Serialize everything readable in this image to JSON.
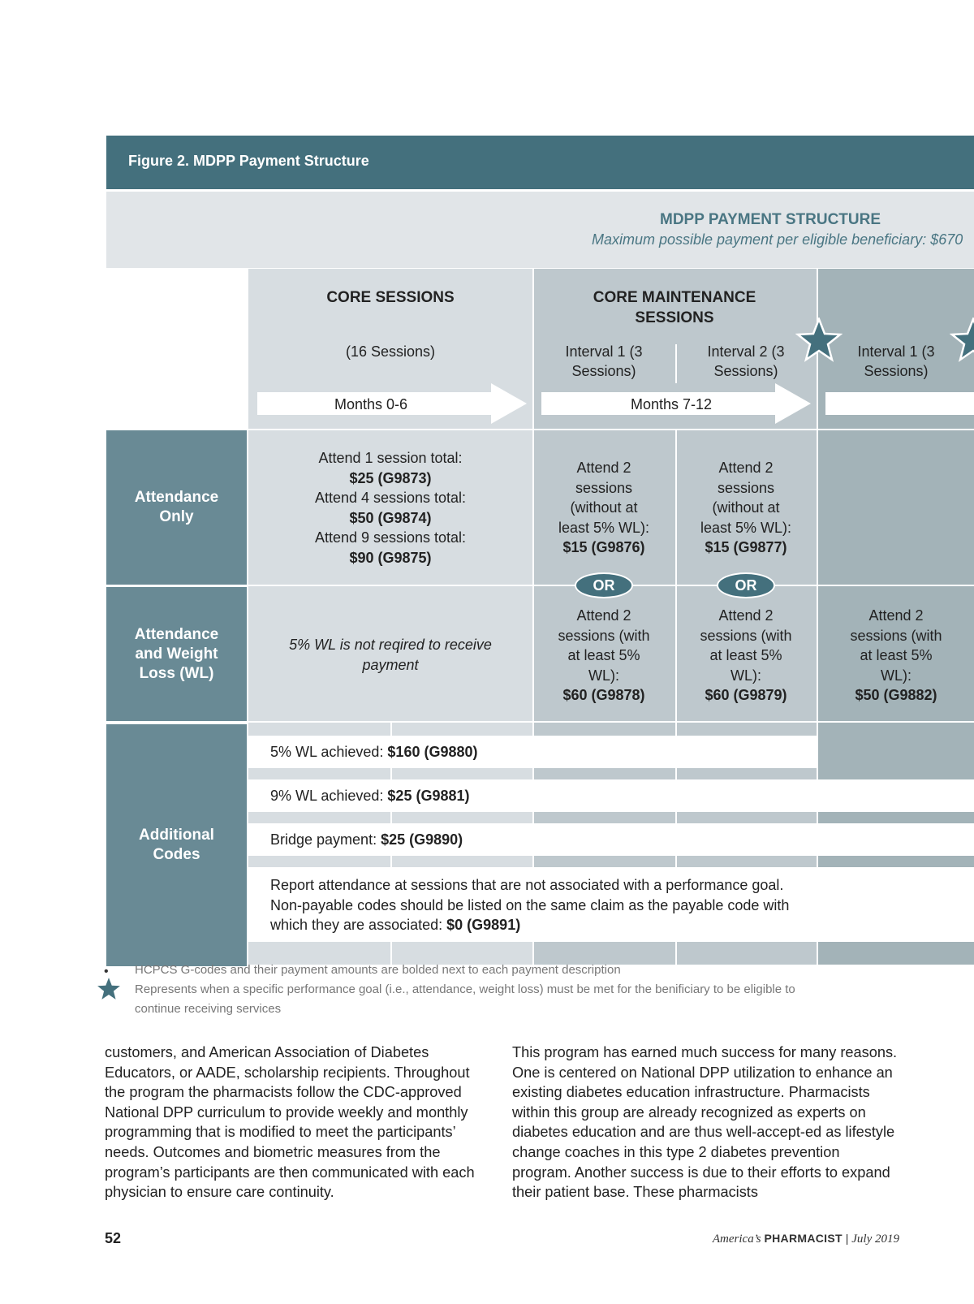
{
  "figure": {
    "caption": "Figure 2. MDPP Payment Structure",
    "header_title": "MDPP PAYMENT STRUCTURE",
    "header_subtitle": "Maximum possible payment per eligible beneficiary: $670",
    "columns": {
      "core_title": "CORE SESSIONS",
      "core_sub": "(16 Sessions)",
      "core_months": "Months 0-6",
      "maint_title": "CORE MAINTENANCE SESSIONS",
      "maint_int1": "Interval 1 (3 Sessions)",
      "maint_int2": "Interval 2 (3 Sessions)",
      "maint_months": "Months 7-12",
      "ong_int1": "Interval 1 (3 Sessions)"
    },
    "rows": {
      "attendance_only": "Attendance Only",
      "attendance_wl": "Attendance and Weight Loss (WL)",
      "additional": "Additional Codes"
    },
    "cells": {
      "core_att_1": "Attend 1 session total:",
      "core_att_1_amt": "$25 (G9873)",
      "core_att_4": "Attend 4 sessions total:",
      "core_att_4_amt": "$50 (G9874)",
      "core_att_9": "Attend 9 sessions total:",
      "core_att_9_amt": "$90 (G9875)",
      "maint1_att": "Attend 2 sessions (without at least 5% WL):",
      "maint1_att_amt": "$15 (G9876)",
      "maint2_att": "Attend 2 sessions (without at least 5% WL):",
      "maint2_att_amt": "$15 (G9877)",
      "or_label": "OR",
      "core_wl_note": "5% WL is not reqired to receive payment",
      "maint1_wl": "Attend 2 sessions (with at least 5% WL):",
      "maint1_wl_amt": "$60 (G9878)",
      "maint2_wl": "Attend 2 sessions (with at least 5% WL):",
      "maint2_wl_amt": "$60 (G9879)",
      "ong_wl": "Attend 2 sessions (with at least 5% WL):",
      "ong_wl_amt": "$50 (G9882)"
    },
    "bars": {
      "wl5_label": "5% WL achieved:",
      "wl5_amt": "$160 (G9880)",
      "wl9_label": "9% WL achieved:",
      "wl9_amt": "$25 (G9881)",
      "bridge_label": "Bridge payment:",
      "bridge_amt": "$25 (G9890)",
      "report_text": "Report attendance at sessions that are not associated with a performance goal. Non-payable codes should be listed on the same claim as the payable code with which they are associated:",
      "report_amt": "$0 (G9891)"
    },
    "legend": {
      "bullet_text": "HCPCS G-codes and their payment amounts are bolded next to each payment description",
      "star_text": "Represents when a specific performance goal (i.e., attendance, weight loss) must be met for the benificiary to be eligible to continue receiving services"
    },
    "colors": {
      "dark_teal": "#44707d",
      "row_label": "#698a95",
      "core_bg": "#d7dde1",
      "maint_bg": "#bec8cd",
      "ongoing_bg": "#a3b3b8"
    }
  },
  "body": {
    "left_column": "customers, and American Association of Diabetes Educators, or AADE, scholarship recipients. Throughout the program the pharmacists follow the CDC-approved National DPP curriculum to provide weekly and monthly programming that is modified to meet the participants’ needs. Outcomes and biometric measures from the program’s participants are then communicated with each physician to ensure care continuity.",
    "right_column": "This program has earned much success for many reasons. One is centered on National DPP utilization to enhance an existing diabetes education infrastructure. Pharmacists within this group are already recognized as experts on diabetes education and are thus well-accept-ed as lifestyle change coaches in this type 2 diabetes prevention program. Another success is due to their efforts to expand their patient base. These pharmacists"
  },
  "footer": {
    "page_number": "52",
    "magazine_italic": "America’s",
    "magazine_bold": "PHARMACIST",
    "separator": "|",
    "issue": "July 2019"
  }
}
